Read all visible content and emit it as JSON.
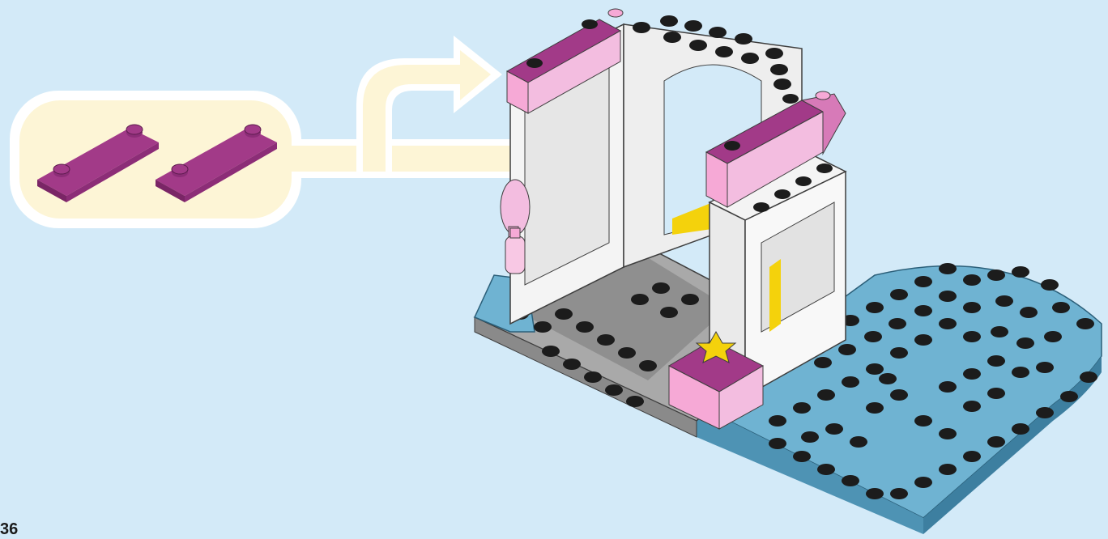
{
  "page": {
    "number": "36"
  },
  "colors": {
    "background": "#d3eaf8",
    "callout_fill": "#fdf5d6",
    "callout_border": "#ffffff",
    "brick_purple": "#a23a88",
    "brick_purple_dark": "#7a2566",
    "brick_pink": "#f6a9d6",
    "baseplate_blue": "#6fb3d2",
    "baseplate_grey": "#a9a9a9",
    "stud_black": "#1c1c1c",
    "wall_white": "#f4f4f4",
    "star_yellow": "#f4d20c"
  },
  "callout": {
    "parts": [
      {
        "name": "purple-plate-1x4-with-2-studs",
        "quantity": 1
      },
      {
        "name": "purple-plate-1x4-with-2-studs",
        "quantity": 1
      }
    ]
  },
  "icons": [
    "arrow-right-icon",
    "star-tile-icon",
    "hairbrush-icon",
    "perfume-bottle-icon"
  ]
}
